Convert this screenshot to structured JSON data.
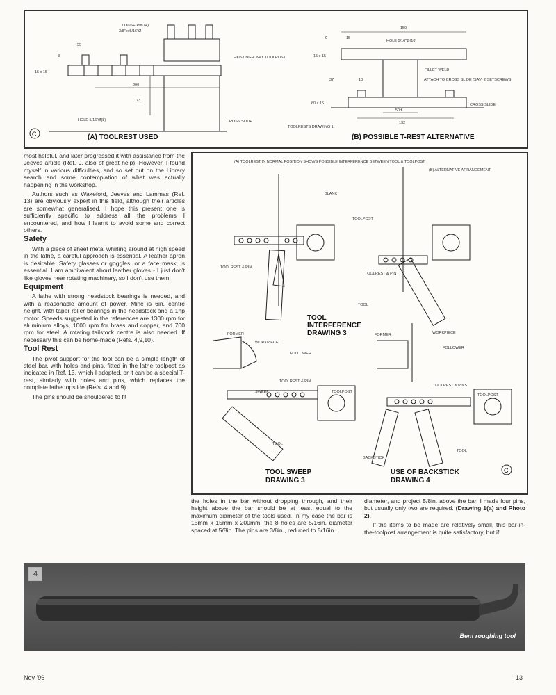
{
  "figure_top": {
    "labels": {
      "loose_pin": "LOOSE PIN (4)",
      "loose_pin_dim": "3/8\" x 5/16\"Ø",
      "dim_55": "55",
      "dim_8": "8",
      "dim_15x15": "15 x 15",
      "existing_toolpost": "EXISTING 4 WAY TOOLPOST",
      "dim_200": "200",
      "dim_73": "73",
      "hole_a": "HOLE 5/16\"Ø(8)",
      "cross_slide_a": "CROSS SLIDE",
      "dim_150": "150",
      "dim_15": "15",
      "dim_9": "9",
      "hole_b": "HOLE 5/16\"Ø(10)",
      "dim_15x15_b": "15 x 15",
      "fillet_weld": "FILLET WELD",
      "dim_37": "37",
      "dim_18": "18",
      "attach": "ATTACH TO CROSS SLIDE (SAV) 2 SETSCREWS",
      "dim_60x15": "60 x 15",
      "dim_50d": "50d",
      "dim_132": "132",
      "cross_slide_b": "CROSS SLIDE",
      "toolrests": "TOOLRESTS DRAWING 1."
    },
    "caption_a": "(A) TOOLREST USED",
    "caption_b": "(B) POSSIBLE T-REST ALTERNATIVE",
    "copyright": "C"
  },
  "figure_mid": {
    "labels": {
      "note_a": "(A) TOOLREST IN NORMAL POSITION SHOWS POSSIBLE INTERFERENCE BETWEEN TOOL & TOOLPOST",
      "note_b": "(B) ALTERNATIVE ARRANGEMENT",
      "blank": "BLANK",
      "toolpost1": "TOOLPOST",
      "toolrest_pin1": "TOOLREST & PIN",
      "toolrest_pin2": "TOOLREST & PIN",
      "tool1": "TOOL",
      "former1": "FORMER",
      "workpiece1": "WORKPIECE",
      "follower1": "FOLLOWER",
      "toolrest_pin3": "TOOLREST & PIN",
      "sweep": "SWEEP",
      "toolpost2": "TOOLPOST",
      "tool2": "TOOL",
      "former2": "FORMER",
      "workpiece2": "WORKPIECE",
      "follower2": "FOLLOWER",
      "toolrest_pins": "TOOLREST & PINS",
      "toolpost3": "TOOLPOST",
      "tool3": "TOOL",
      "backstick": "BACKSTICK"
    },
    "caption_interference_1": "TOOL",
    "caption_interference_2": "INTERFERENCE",
    "caption_interference_3": "DRAWING 3",
    "caption_sweep_1": "TOOL SWEEP",
    "caption_sweep_2": "DRAWING 3",
    "caption_backstick_1": "USE OF BACKSTICK",
    "caption_backstick_2": "DRAWING 4",
    "copyright": "C"
  },
  "article": {
    "intro": "most helpful, and later progressed it with assistance from the Jeeves article (Ref. 9, also of great help). However, I found myself in various difficulties, and so set out on the Library search and some contemplation of what was actually happening in the workshop.",
    "intro2": "Authors such as Wakeford, Jeeves and Lammas (Ref. 13) are obviously expert in this field, although their articles are somewhat generalised. I hope this present one is sufficiently specific to address all the problems I encountered, and how I learnt to avoid some and correct others.",
    "safety_heading": "Safety",
    "safety": "With a piece of sheet metal whirling around at high speed in the lathe, a careful approach is essential. A leather apron is desirable. Safety glasses or goggles, or a face mask, is essential. I am ambivalent about leather gloves - I just don't like gloves near rotating machinery, so I don't use them.",
    "equipment_heading": "Equipment",
    "equipment": "A lathe with strong headstock bearings is needed, and with a reasonable amount of power. Mine is 6in. centre height, with taper roller bearings in the headstock and a 1hp motor. Speeds suggested in the references are 1300 rpm for aluminium alloys, 1000 rpm for brass and copper, and 700 rpm for steel. A rotating tailstock centre is also needed. If necessary this can be home-made (Refs. 4,9,10).",
    "toolrest_heading": "Tool Rest",
    "toolrest": "The pivot support for the tool can be a simple length of steel bar, with holes and pins, fitted in the lathe toolpost as indicated in Ref. 13, which I adopted, or it can be a special T-rest, similarly with holes and pins, which replaces the complete lathe topslide (Refs. 4 and 9).",
    "toolrest2": "The pins should be shouldered to fit",
    "col2": "the holes in the bar without dropping through, and their height above the bar should be at least equal to the maximum diameter of the tools used. In my case the bar is 15mm x 15mm x 200mm; the 8 holes are 5/16in. diameter spaced at 5/8in. The pins are 3/8in., reduced to 5/16in.",
    "col3a": "diameter, and project 5/8in. above the bar. I made four pins, but usually only two are required. ",
    "col3_bold": "(Drawing 1(a) and Photo 2)",
    "col3_end": ".",
    "col3b": "If the items to be made are relatively small, this bar-in-the-toolpost arrangement is quite satisfactory, but if"
  },
  "photo": {
    "number": "4",
    "caption": "Bent roughing tool"
  },
  "footer": {
    "date": "Nov '96",
    "page": "13"
  }
}
